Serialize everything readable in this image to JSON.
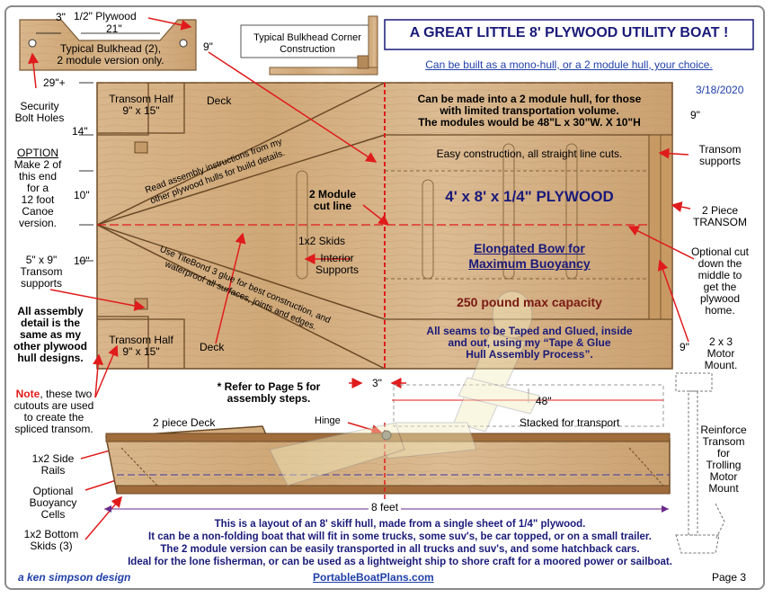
{
  "title": "A GREAT LITTLE  8' PLYWOOD UTILITY BOAT !",
  "subtitle": "Can be built as a mono-hull, or a 2 module hull, your choice.",
  "date": "3/18/2020",
  "bulkhead": {
    "plywood": "1/2\" Plywood",
    "dim_side": "3\"",
    "dim_width": "21\"",
    "dim_right": "9\"",
    "label_line1": "Typical Bulkhead (2),",
    "label_line2": "2 module version only."
  },
  "corner": {
    "line1": "Typical Bulkhead Corner",
    "line2": "Construction"
  },
  "left_notes": {
    "dim_29": "29\"+",
    "security": [
      "Security",
      "Bolt Holes"
    ],
    "dim_14": "14\"",
    "option": [
      "OPTION",
      "Make 2 of",
      "this end",
      "for a",
      "12 foot",
      "Canoe",
      "version."
    ],
    "dim_10a": "10\"",
    "dim_10b": "10\"",
    "transom_supports": [
      "5\" x 9\"",
      "Transom",
      "supports"
    ],
    "assembly": [
      "All assembly",
      "detail is the",
      "same as my",
      "other plywood",
      "hull designs."
    ],
    "note_word": "Note",
    "note_rest": [
      ", these two",
      "cutouts are used",
      "to create the",
      "spliced transom."
    ]
  },
  "sheet": {
    "transom_half_top": [
      "Transom Half",
      "9\" x 15\""
    ],
    "deck_top": "Deck",
    "read_assembly": [
      "Read assembly instructions from my",
      "other plywood hulls for build details."
    ],
    "module_note": [
      "Can be made into a 2 module hull, for those",
      "with limited transportation volume.",
      "The  modules would be 48\"L x 30\"W. X 10\"H"
    ],
    "easy": "Easy construction, all straight line cuts.",
    "cut_line": [
      "2 Module",
      "cut line"
    ],
    "plywood": "4' x 8' x 1/4\" PLYWOOD",
    "skids": "1x2 Skids",
    "interior": [
      "Interior",
      "Supports"
    ],
    "bow": [
      "Elongated Bow  for",
      "Maximum Buoyancy"
    ],
    "titebond": [
      "Use TiteBond 3 glue for best construction, and",
      "waterproof all surfaces, joints and edges."
    ],
    "capacity": "250 pound max capacity",
    "transom_half_bottom": [
      "Transom Half",
      "9\" x 15\""
    ],
    "deck_bottom": "Deck",
    "seams": [
      "All seams to be Taped and Glued, inside",
      "and out, using my “Tape & Glue",
      "Hull Assembly Process”."
    ],
    "dim_9_top": "9\"",
    "dim_9_bottom": "9\""
  },
  "right_notes": {
    "transom_supports": [
      "Transom",
      "supports"
    ],
    "two_piece": [
      "2 Piece",
      "TRANSOM"
    ],
    "optional_cut": [
      "Optional cut",
      "down the",
      "middle to",
      "get the",
      "plywood",
      "home."
    ],
    "motor_mount": [
      "2 x 3",
      "Motor",
      "Mount."
    ],
    "reinforce": [
      "Reinforce",
      "Transom",
      "for",
      "Trolling",
      "Motor",
      "Mount"
    ]
  },
  "hull": {
    "refer": [
      "* Refer to Page 5 for",
      "assembly steps."
    ],
    "dim_3": "3\"",
    "dim_48": "48\"",
    "two_piece_deck": "2 piece Deck",
    "hinge": "Hinge",
    "stacked": "Stacked for transport",
    "side_rails": [
      "1x2 Side",
      "Rails"
    ],
    "buoyancy": [
      "Optional",
      "Buoyancy",
      "Cells"
    ],
    "bottom_skids": [
      "1x2 Bottom",
      "Skids (3)"
    ],
    "length": "8 feet"
  },
  "bottom_text": [
    "This is a layout of an 8' skiff hull,  made from a single sheet of 1/4\" plywood.",
    "It can be a non-folding boat that will fit in some trucks, some suv's, be car topped, or on a small trailer.",
    "The 2 module version can be easily transported in all trucks and suv's, and some hatchback cars.",
    "Ideal for the lone fisherman, or can be used as a lightweight ship to shore craft for a moored power or sailboat."
  ],
  "footer": {
    "designer": "a ken simpson design",
    "website": "PortableBoatPlans.com",
    "page": "Page 3"
  },
  "colors": {
    "navy": "#1a1a7a",
    "maroon": "#7a1a14",
    "wood": "#d7b48a",
    "red": "#e01b1b",
    "link": "#1f3fa8"
  }
}
